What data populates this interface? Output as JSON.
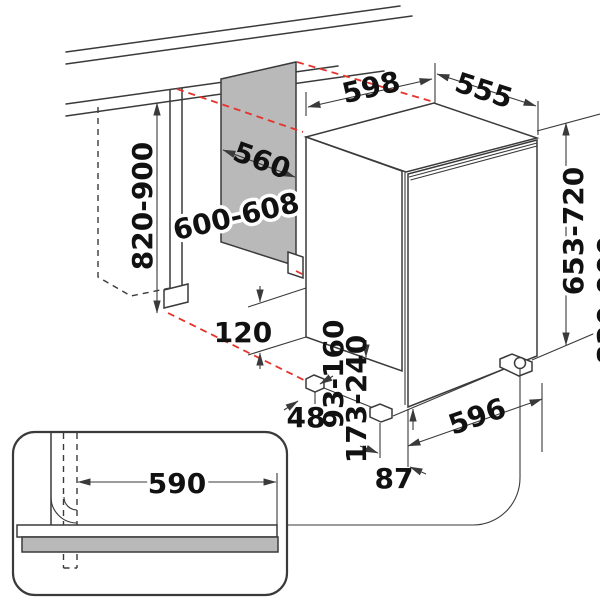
{
  "diagram": {
    "dims": {
      "niche_height": "820-900",
      "top_width": "598",
      "top_depth": "555",
      "inner_width": "560",
      "niche_width": "600-608",
      "appliance_height": "653-720",
      "overall_height": "820-900",
      "plinth_clearance": "120",
      "side_gap": "48",
      "foot_range_low": "93-160",
      "foot_range_high": "173-240",
      "base_width": "596",
      "foot_inset": "87",
      "plinth_cutout_width": "590"
    },
    "colors": {
      "line": "#3a3a3a",
      "projection_red": "#e5332c",
      "panel_gray": "#b9b9b9",
      "text": "#111111",
      "background": "#ffffff"
    }
  }
}
